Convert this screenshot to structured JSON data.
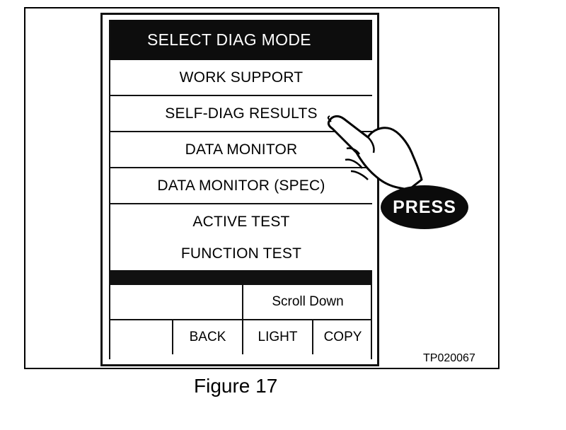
{
  "screen": {
    "title": "SELECT DIAG MODE",
    "menu_items": [
      {
        "label": "WORK SUPPORT"
      },
      {
        "label": "SELF-DIAG RESULTS"
      },
      {
        "label": "DATA MONITOR"
      },
      {
        "label": "DATA MONITOR (SPEC)"
      },
      {
        "label": "ACTIVE TEST"
      },
      {
        "label": "FUNCTION TEST"
      }
    ],
    "scroll_down_label": "Scroll Down",
    "back_label": "BACK",
    "light_label": "LIGHT",
    "copy_label": "COPY"
  },
  "callout": {
    "press_label": "PRESS",
    "icon": "pointing-hand-icon"
  },
  "figure": {
    "code": "TP020067",
    "caption": "Figure 17"
  }
}
